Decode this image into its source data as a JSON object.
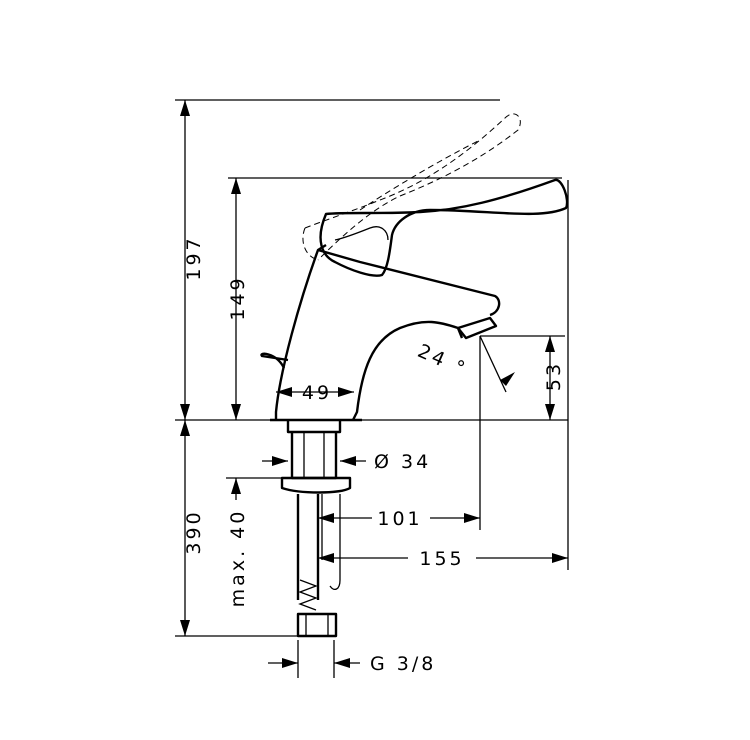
{
  "dimensions": {
    "overall_height": "197",
    "spout_height": "149",
    "outlet_height": "53",
    "spray_angle": "24 °",
    "base_width": "49",
    "shank_diameter": "Ø 34",
    "max_deck_thickness": "max. 40",
    "shank_length": "390",
    "outlet_projection": "101",
    "lever_projection": "155",
    "connection_thread": "G 3/8"
  },
  "colors": {
    "line": "#000000",
    "background": "#ffffff"
  }
}
